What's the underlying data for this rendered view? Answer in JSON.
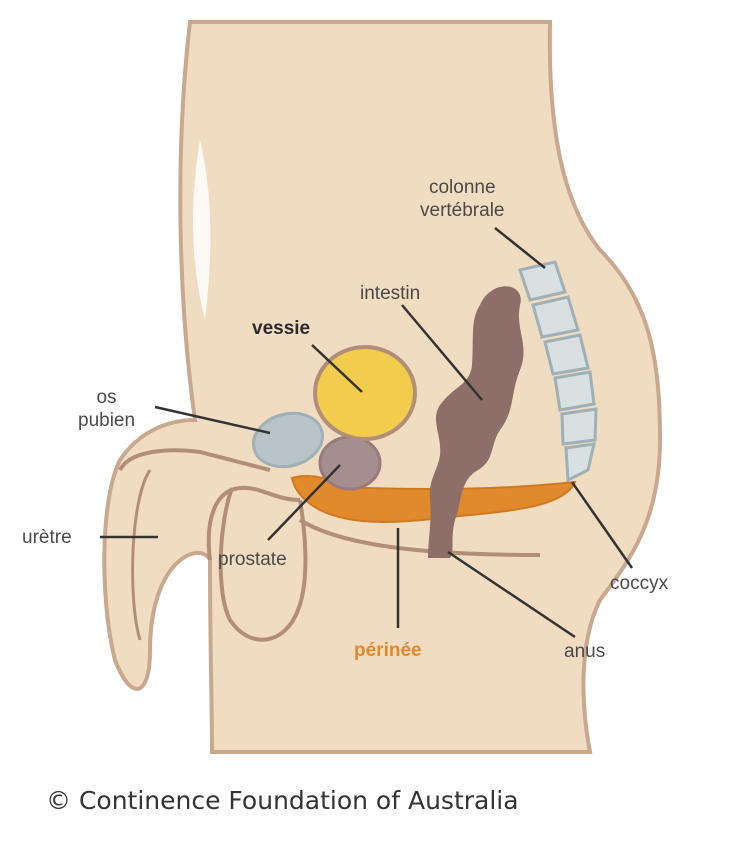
{
  "labels": {
    "colonne_line1": "colonne",
    "colonne_line2": "vertébrale",
    "intestin": "intestin",
    "vessie": "vessie",
    "os_line1": "os",
    "os_line2": "pubien",
    "uretre": "urètre",
    "prostate": "prostate",
    "coccyx": "coccyx",
    "anus": "anus",
    "perinee": "périnée"
  },
  "copyright": "© Continence Foundation of Australia",
  "colors": {
    "body": "#f0dcc0",
    "outline": "#b28e78",
    "bladder": "#f2cc4d",
    "bone": "#b8c4c8",
    "intestine": "#8e6e68",
    "perineum": "#e08a2c",
    "label": "#4a4a4a"
  }
}
